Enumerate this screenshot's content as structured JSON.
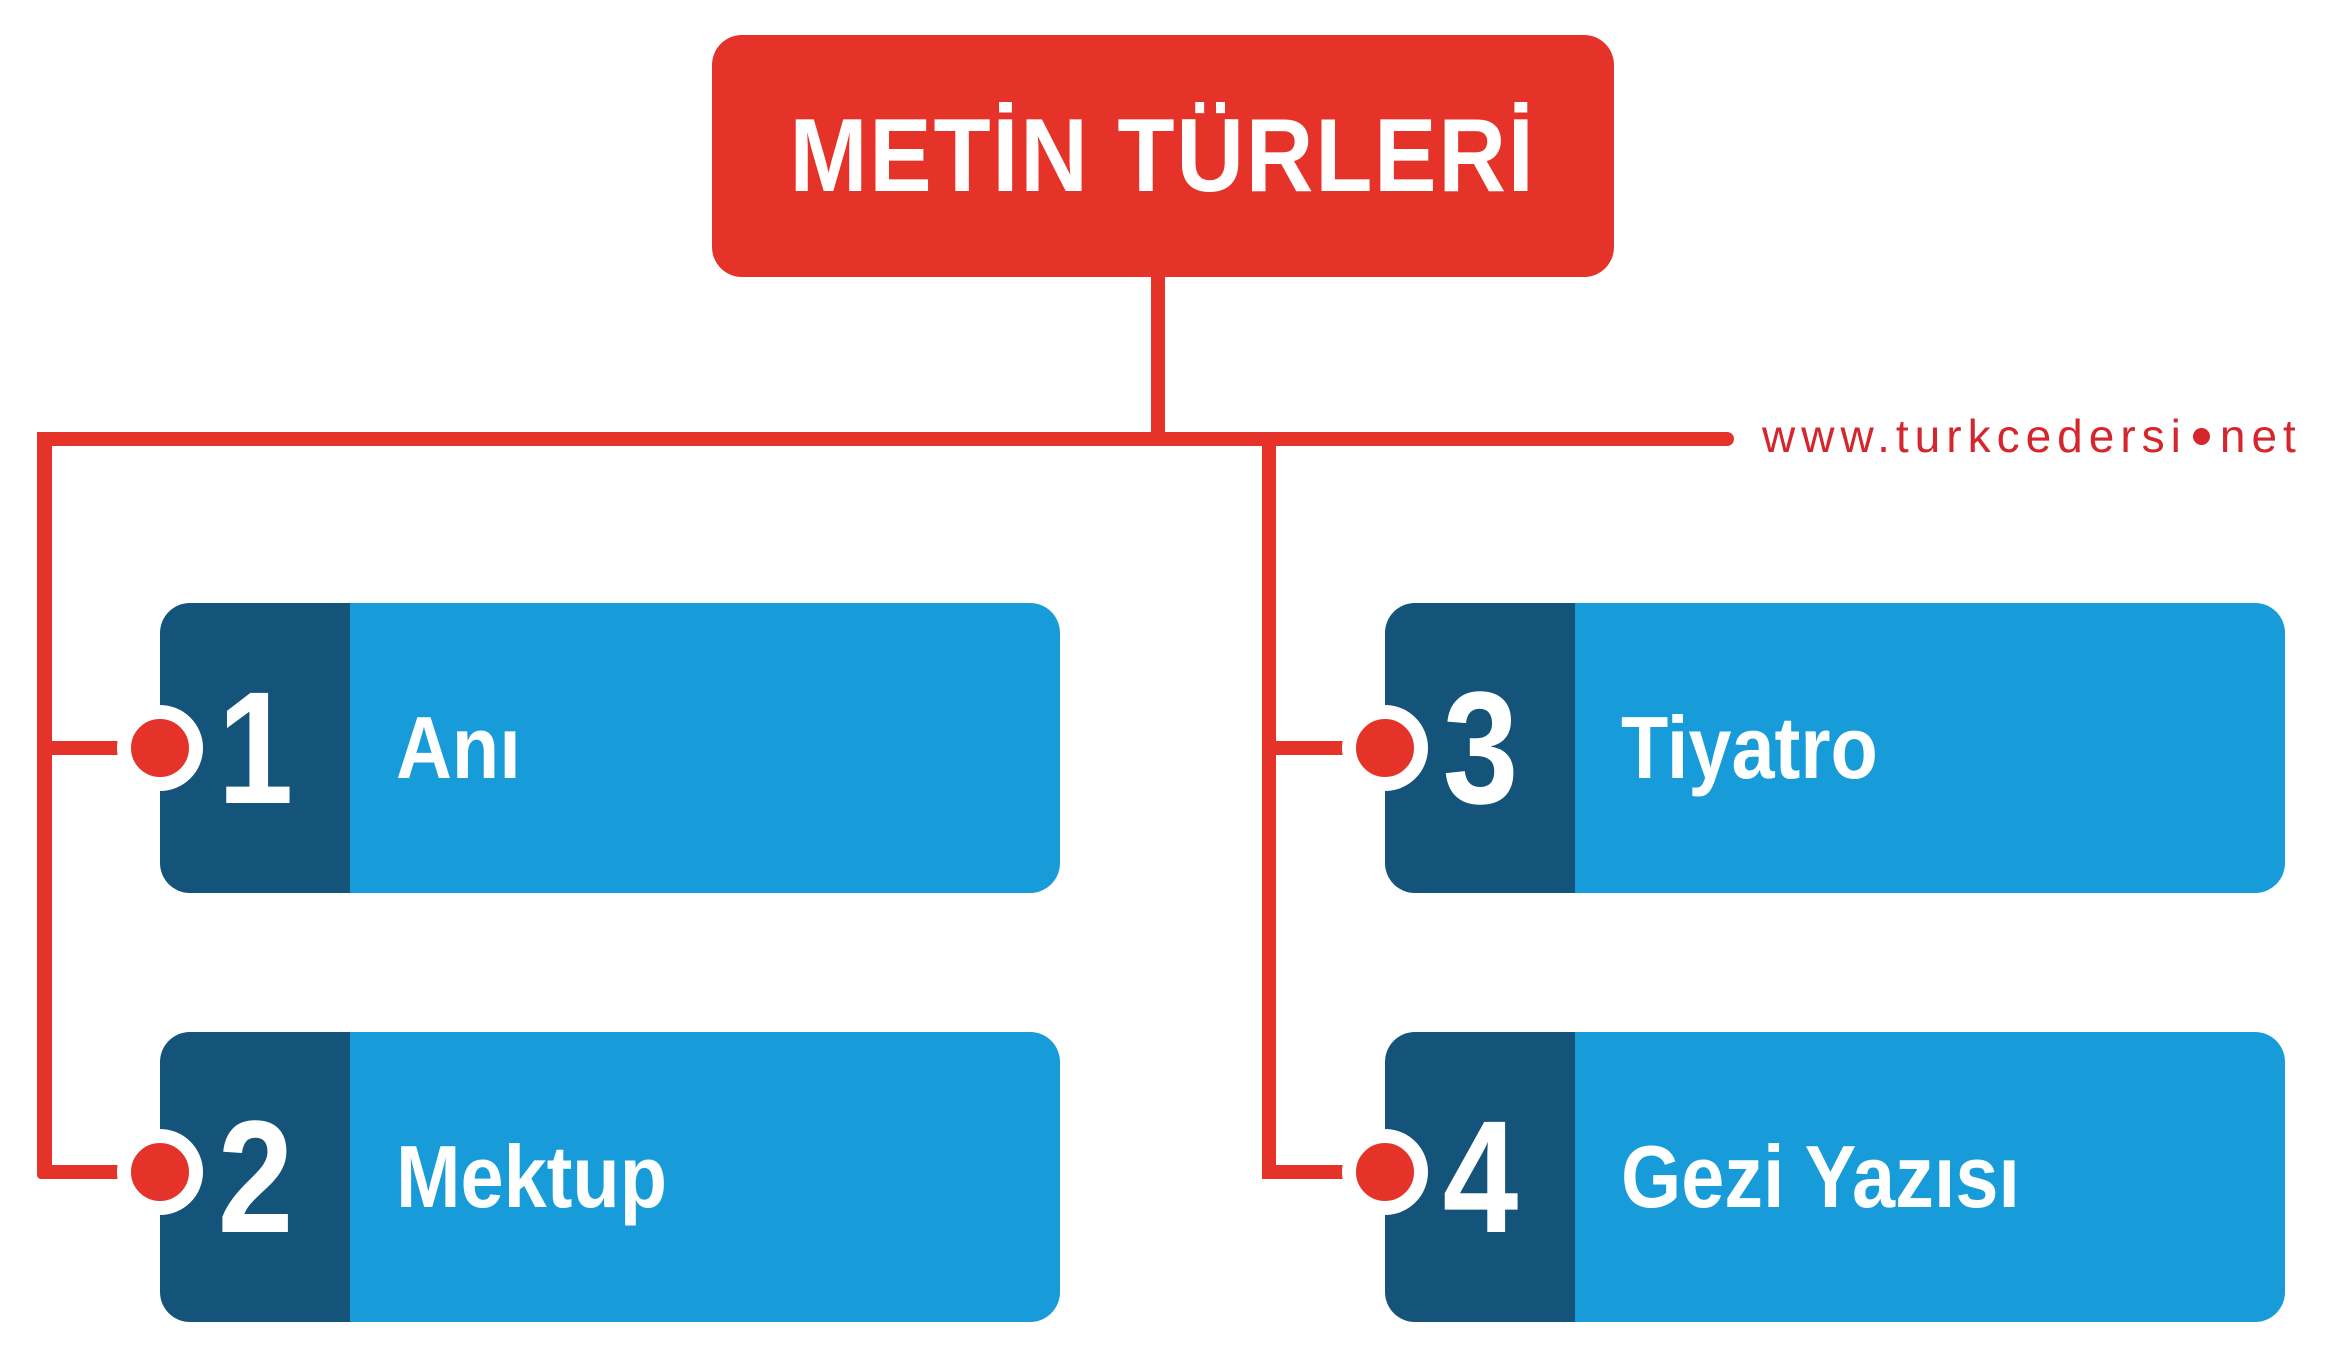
{
  "diagram": {
    "title": "METİN TÜRLERİ",
    "items": [
      {
        "number": "1",
        "label": "Anı"
      },
      {
        "number": "2",
        "label": "Mektup"
      },
      {
        "number": "3",
        "label": "Tiyatro"
      },
      {
        "number": "4",
        "label": "Gezi Yazısı"
      }
    ],
    "watermark": {
      "prefix": "www.turkcedersi",
      "suffix": "net"
    },
    "colors": {
      "accent_red": "#e5332a",
      "watermark_red": "#d4262c",
      "dark_blue": "#14537a",
      "light_blue": "#189cd9",
      "text_white": "#ffffff",
      "background": "#ffffff"
    }
  }
}
